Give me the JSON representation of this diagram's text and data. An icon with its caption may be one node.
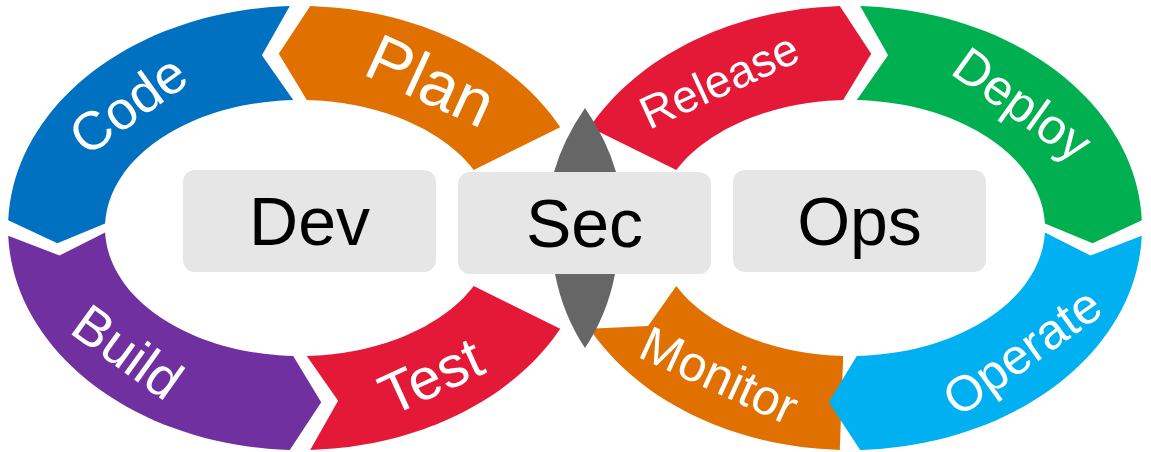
{
  "diagram": {
    "nodes": [
      {
        "text": [
          "Code"
        ]
      },
      {
        "text": [
          "Plan"
        ]
      },
      {
        "text": [
          "Release"
        ]
      },
      {
        "text": [
          "Deploy"
        ]
      },
      {
        "text": [
          "Dev"
        ]
      },
      {
        "text": [
          "Sec"
        ]
      },
      {
        "text": [
          "Ops"
        ]
      },
      {
        "text": [
          "Build"
        ]
      },
      {
        "text": [
          "Test"
        ]
      },
      {
        "text": [
          "Monitor"
        ]
      },
      {
        "text": [
          "Operate"
        ]
      },
      {
        "text": [],
        "shape": "triangle"
      },
      {
        "text": [],
        "shape": "triangle"
      }
    ]
  }
}
